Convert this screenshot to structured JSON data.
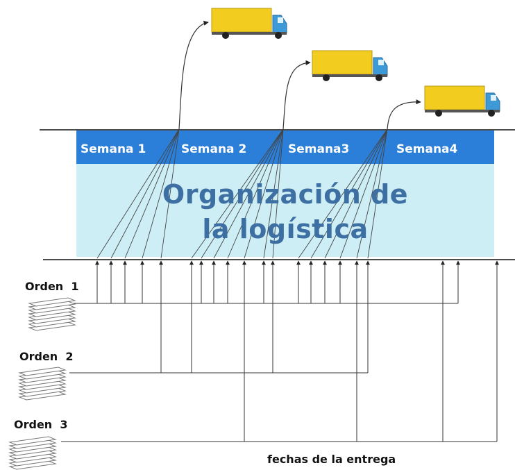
{
  "diagram": {
    "title_line1": "Organización de",
    "title_line2": "la logística",
    "weeks": [
      "Semana 1",
      "Semana 2",
      "Semana3",
      "Semana4"
    ],
    "orders": [
      "Orden  1",
      "Orden  2",
      "Orden  3"
    ],
    "footer": "fechas de la entrega",
    "colors": {
      "band": "#2b7fd9",
      "panel": "#cdeef5",
      "title": "#3d6fa3",
      "truck_cargo": "#f2cc1f",
      "truck_cab": "#3e9ad6",
      "line": "#333333"
    },
    "icons": [
      "truck-icon",
      "document-stack-icon",
      "arrow-icon"
    ]
  }
}
